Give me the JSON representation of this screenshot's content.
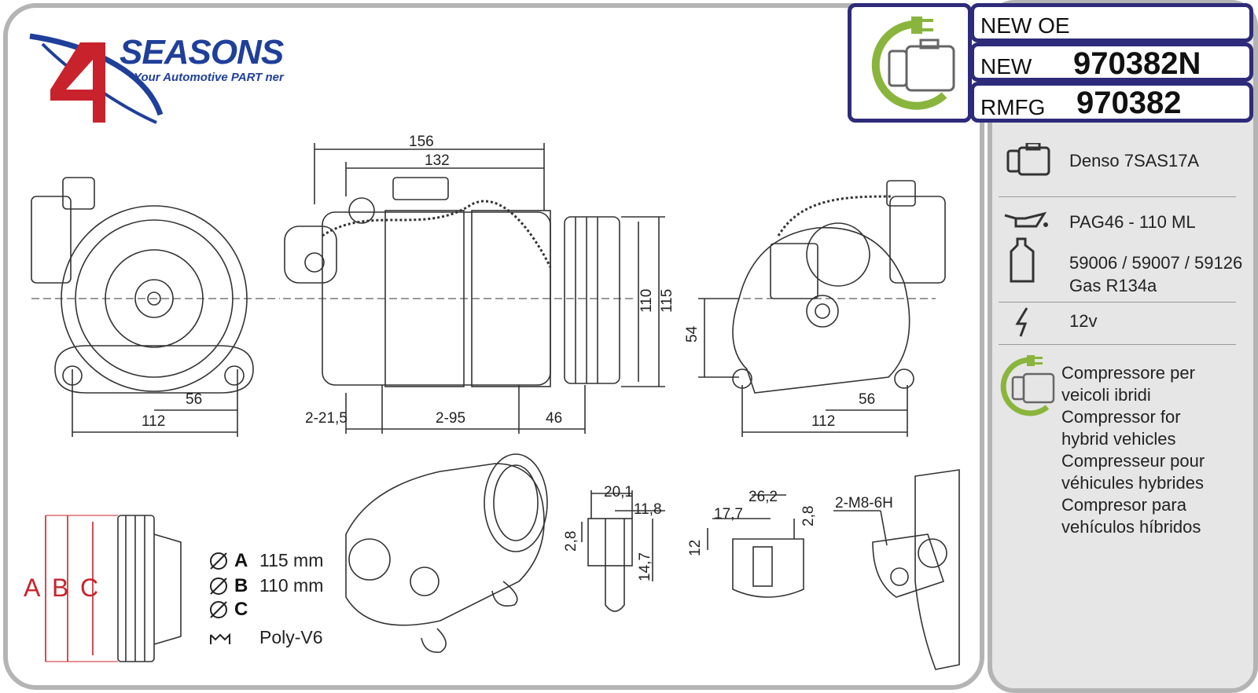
{
  "brand": {
    "logo_text": "SEASONS",
    "tagline": "Your Automotive PART ner",
    "logo_numeral": "4"
  },
  "header": {
    "new_oe_label": "NEW OE",
    "new_label": "NEW",
    "new_number": "970382N",
    "rmfg_label": "RMFG",
    "rmfg_number": "970382"
  },
  "specs": {
    "model": "Denso 7SAS17A",
    "oil": "PAG46 - 110 ML",
    "oil_refs": "59006 / 59007 / 59126",
    "gas": "Gas R134a",
    "voltage": "12v",
    "hybrid_it_1": "Compressore per",
    "hybrid_it_2": "veicoli ibridi",
    "hybrid_en_1": "Compressor for",
    "hybrid_en_2": "hybrid vehicles",
    "hybrid_fr_1": "Compresseur pour",
    "hybrid_fr_2": "véhicules hybrides",
    "hybrid_es_1": "Compresor para",
    "hybrid_es_2": "vehículos híbridos"
  },
  "dimensions": {
    "front_112": "112",
    "front_56": "56",
    "side_156": "156",
    "side_132": "132",
    "side_110": "110",
    "side_115": "115",
    "side_2_21_5": "2-21,5",
    "side_2_95": "2-95",
    "side_46": "46",
    "rear_54": "54",
    "rear_56": "56",
    "rear_112": "112",
    "d1_20_1": "20,1",
    "d1_11_8": "11,8",
    "d1_2_8": "2,8",
    "d1_14_7": "14,7",
    "d2_26_2": "26,2",
    "d2_17_7": "17,7",
    "d2_2_8": "2,8",
    "d2_12": "12",
    "d3_thread": "2-M8-6H"
  },
  "pulley": {
    "letter_a": "A",
    "letter_b": "B",
    "letter_c": "C",
    "dia_a_value": "115 mm",
    "dia_b_value": "110 mm",
    "belt": "Poly-V6"
  },
  "colors": {
    "frame_gray": "#b4b4b4",
    "box_navy": "#2e2b7a",
    "hybrid_green": "#8ab53c",
    "brand_blue": "#1f3f9a",
    "brand_red": "#c8232c",
    "abc_red": "#c8232c"
  }
}
